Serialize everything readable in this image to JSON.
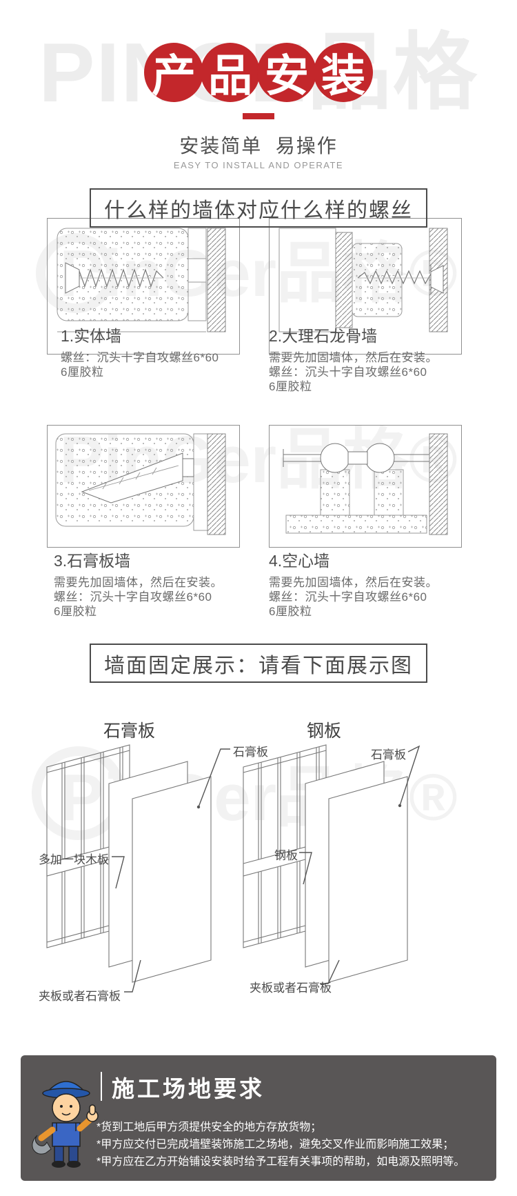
{
  "brand": {
    "header_watermark": "PINGE品格",
    "body_watermark": "PinGer品格®"
  },
  "colors": {
    "accent_red": "#c3272b",
    "footer_bg": "#595656"
  },
  "header": {
    "badge_chars": [
      "产",
      "品",
      "安",
      "装"
    ],
    "subtitle": "安装简单  易操作",
    "subtitle_en": "EASY TO INSTALL AND OPERATE"
  },
  "screw_section": {
    "title": "什么样的墙体对应什么样的螺丝",
    "items": [
      {
        "name": "1.实体墙",
        "line1": "螺丝：沉头十字自攻螺丝6*60",
        "line2": "6厘胶粒",
        "line3": ""
      },
      {
        "name": "2.大理石龙骨墙",
        "line1": "需要先加固墙体，然后在安装。",
        "line2": "螺丝：沉头十字自攻螺丝6*60",
        "line3": "6厘胶粒"
      },
      {
        "name": "3.石膏板墙",
        "line1": "需要先加固墙体，然后在安装。",
        "line2": "螺丝：沉头十字自攻螺丝6*60",
        "line3": "6厘胶粒"
      },
      {
        "name": "4.空心墙",
        "line1": "需要先加固墙体，然后在安装。",
        "line2": "螺丝：沉头十字自攻螺丝6*60",
        "line3": "6厘胶粒"
      }
    ]
  },
  "display_section": {
    "title": "墙面固定展示：请看下面展示图",
    "left_title": "石膏板",
    "right_title": "钢板",
    "left_labels": {
      "panel": "石膏板",
      "extra_board": "多加一块木板",
      "bottom": "夹板或者石膏板"
    },
    "right_labels": {
      "panel": "石膏板",
      "steel": "钢板",
      "bottom": "夹板或者石膏板"
    }
  },
  "footer": {
    "title": "施工场地要求",
    "notes": [
      "*货到工地后甲方须提供安全的地方存放货物；",
      "*甲方应交付已完成墙壁装饰施工之场地，避免交叉作业而影响施工效果；",
      "*甲方应在乙方开始铺设安装时给予工程有关事项的帮助，如电源及照明等。"
    ]
  }
}
